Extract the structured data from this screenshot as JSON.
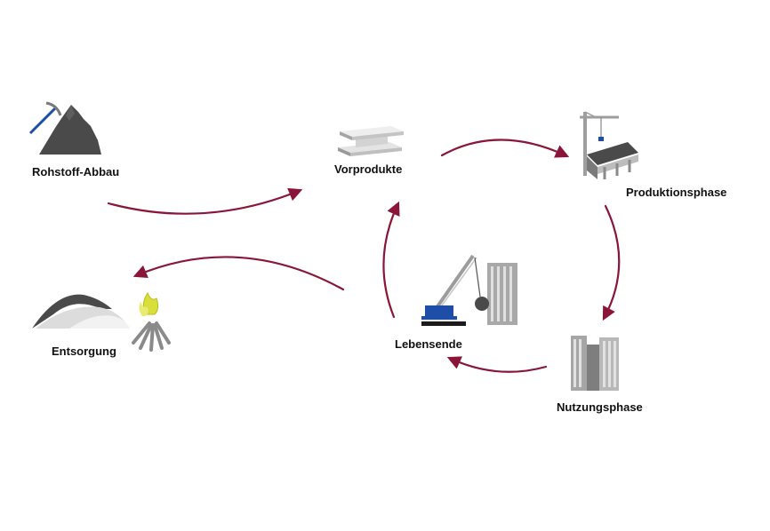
{
  "stages": {
    "extraction": {
      "label": "Rohstoff-Abbau"
    },
    "intermediate": {
      "label": "Vorprodukte"
    },
    "production": {
      "label": "Produktionsphase"
    },
    "use": {
      "label": "Nutzungsphase"
    },
    "end_of_life": {
      "label": "Lebensende"
    },
    "disposal": {
      "label": "Entsorgung"
    }
  },
  "colors": {
    "arrow": "#8b1538",
    "icon_dark": "#4a4a4a",
    "icon_light": "#c8c8c8",
    "accent_blue": "#1f4ea8",
    "flame": "#d8df3a"
  },
  "icons": {
    "extraction": "mountain-pickaxe-icon",
    "intermediate": "steel-beam-icon",
    "production": "construction-crane-icon",
    "use": "office-buildings-icon",
    "end_of_life": "demolition-crane-icon",
    "disposal": "waste-heap-fire-icon"
  }
}
